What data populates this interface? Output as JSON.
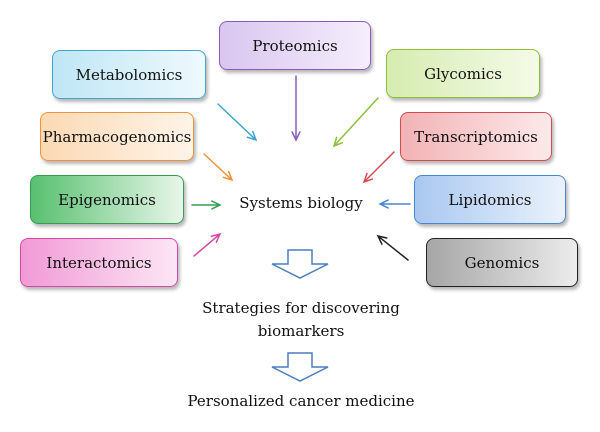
{
  "diagram": {
    "center": "Systems biology",
    "omics": [
      {
        "id": "proteomics",
        "label": "Proteomics",
        "color": "#8a5cc0",
        "fill_from": "#d9c6ef",
        "fill_to": "#f5eefc"
      },
      {
        "id": "metabolomics",
        "label": "Metabolomics",
        "color": "#3fa6cc",
        "fill_from": "#bfe6f5",
        "fill_to": "#eef9fd"
      },
      {
        "id": "glycomics",
        "label": "Glycomics",
        "color": "#8cbf3a",
        "fill_from": "#d6ecb0",
        "fill_to": "#f4fbe8"
      },
      {
        "id": "pharmacogenomics",
        "label": "Pharmacogenomics",
        "color": "#f0923a",
        "fill_from": "#fbd9b4",
        "fill_to": "#fff4e8"
      },
      {
        "id": "transcriptomics",
        "label": "Transcriptomics",
        "color": "#d64a4f",
        "fill_from": "#f2b3b5",
        "fill_to": "#fde9ea"
      },
      {
        "id": "epigenomics",
        "label": "Epigenomics",
        "color": "#3a9a52",
        "fill_from": "#58c06f",
        "fill_to": "#e8f6ea"
      },
      {
        "id": "lipidomics",
        "label": "Lipidomics",
        "color": "#4a86cf",
        "fill_from": "#a9c8ef",
        "fill_to": "#eaf2fc"
      },
      {
        "id": "interactomics",
        "label": "Interactomics",
        "color": "#d54aa8",
        "fill_from": "#f19ad6",
        "fill_to": "#fce6f4"
      },
      {
        "id": "genomics",
        "label": "Genomics",
        "color": "#222222",
        "fill_from": "#a6a6a6",
        "fill_to": "#ececec"
      }
    ],
    "step1": "Strategies for discovering",
    "step1_line2": "biomarkers",
    "step2": "Personalized cancer medicine"
  }
}
